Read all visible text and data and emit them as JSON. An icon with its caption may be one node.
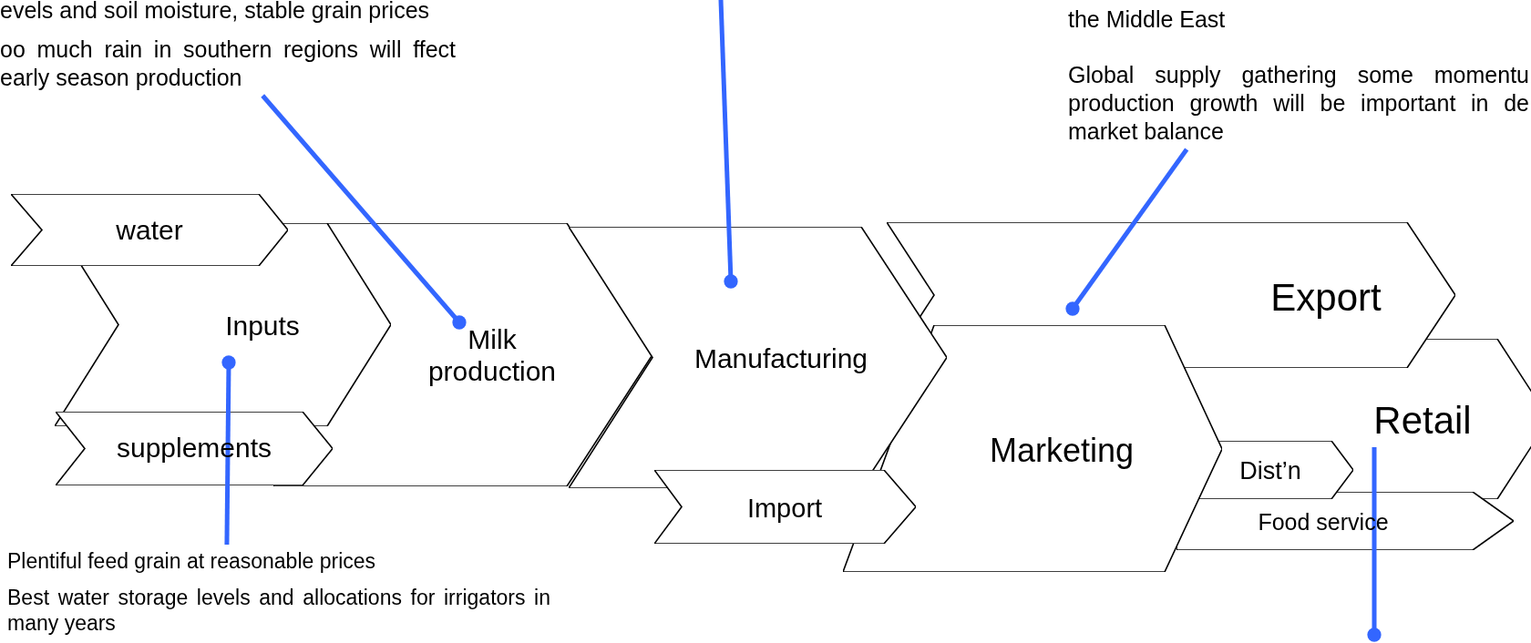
{
  "diagram": {
    "nodes": [
      {
        "text": [
          "evels and soil moisture, stable grain prices",
          "oo much rain in southern regions will ffect early season production"
        ]
      },
      {
        "text": [
          "the Middle East",
          "Global supply gathering some momentu production growth will be important in de market balance"
        ]
      },
      {
        "text": [
          "water"
        ]
      },
      {
        "text": [
          "Inputs"
        ]
      },
      {
        "text": [
          "Milk production"
        ]
      },
      {
        "text": [
          "supplements"
        ]
      },
      {
        "text": [
          "Manufacturing"
        ]
      },
      {
        "text": [
          "Export"
        ]
      },
      {
        "text": [
          "Marketing"
        ]
      },
      {
        "text": [
          "Retail"
        ]
      },
      {
        "text": [
          "Dist’n"
        ]
      },
      {
        "text": [
          "Import"
        ]
      },
      {
        "text": [
          "Food service"
        ]
      },
      {
        "text": [
          "Plentiful feed grain at reasonable prices",
          "Best water storage levels and allocations for irrigators in many years"
        ]
      }
    ],
    "edges": [
      {
        "from": 0,
        "to": 4,
        "arrow": "other"
      },
      {
        "from": null,
        "to": 6,
        "arrow": "other"
      },
      {
        "from": 1,
        "to": 7,
        "arrow": "other"
      },
      {
        "from": 13,
        "to": 3,
        "arrow": "other"
      },
      {
        "from": 9,
        "to": null,
        "arrow": "other"
      }
    ]
  }
}
